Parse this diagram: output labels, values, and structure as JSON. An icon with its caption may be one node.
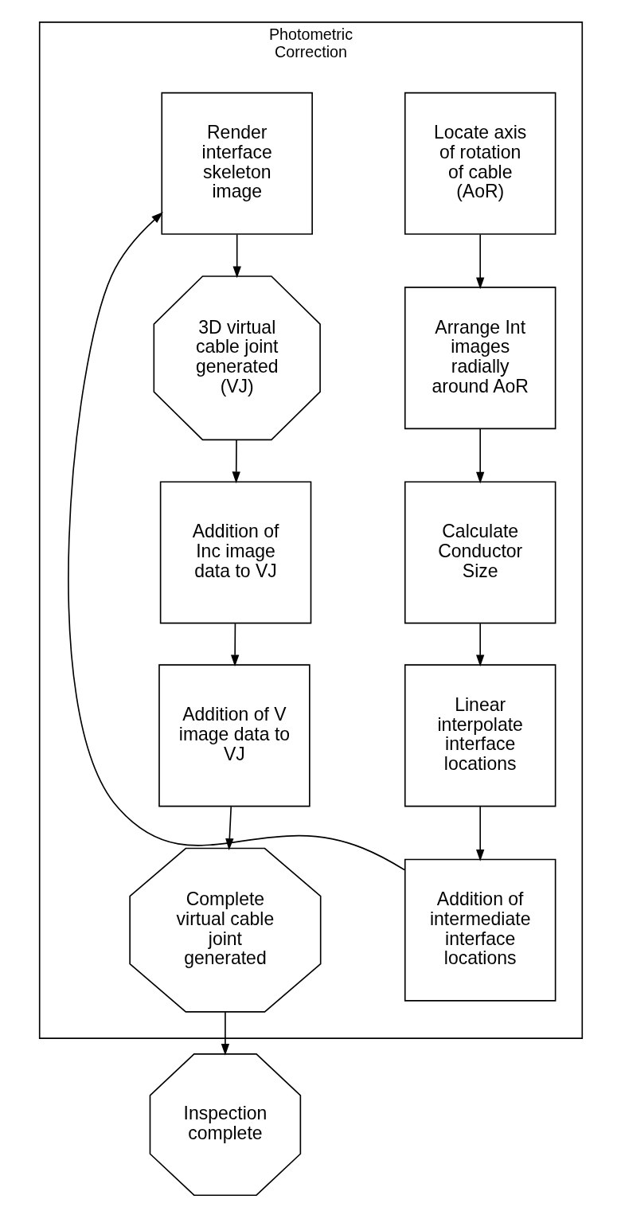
{
  "diagram": {
    "nodes": [
      {
        "text": [
          "Photometric Correction"
        ]
      },
      {
        "text": [
          "Locate axis of rotation of cable (AoR)"
        ],
        "in": 0
      },
      {
        "text": [
          "Arrange Int images radially around AoR"
        ],
        "in": 0
      },
      {
        "text": [
          "Calculate Conductor Size"
        ],
        "in": 0
      },
      {
        "text": [
          "Linear interpolate interface locations"
        ],
        "in": 0
      },
      {
        "text": [
          "Addition of intermediate interface locations"
        ],
        "in": 0
      },
      {
        "text": [
          "Render interface skeleton image"
        ],
        "in": 0
      },
      {
        "text": [
          "3D virtual cable joint generated (VJ)"
        ],
        "in": 0
      },
      {
        "text": [
          "Addition of Inc image data to VJ"
        ],
        "in": 0
      },
      {
        "text": [
          "Addition of V image data to VJ"
        ],
        "in": 0
      },
      {
        "text": [
          "Complete virtual cable joint generated"
        ],
        "in": 0
      },
      {
        "text": [
          "Inspection complete"
        ]
      }
    ],
    "edges": [
      {
        "from": 1,
        "to": 2,
        "arrow": "to"
      },
      {
        "from": 2,
        "to": 3,
        "arrow": "to"
      },
      {
        "from": 3,
        "to": 4,
        "arrow": "to"
      },
      {
        "from": 4,
        "to": 5,
        "arrow": "to"
      },
      {
        "from": 5,
        "to": 6,
        "arrow": "to"
      },
      {
        "from": 6,
        "to": 7,
        "arrow": "to"
      },
      {
        "from": 7,
        "to": 8,
        "arrow": "to"
      },
      {
        "from": 8,
        "to": 9,
        "arrow": "to"
      },
      {
        "from": 9,
        "to": 10,
        "arrow": "to"
      },
      {
        "from": 10,
        "to": 11,
        "arrow": "to"
      }
    ]
  }
}
